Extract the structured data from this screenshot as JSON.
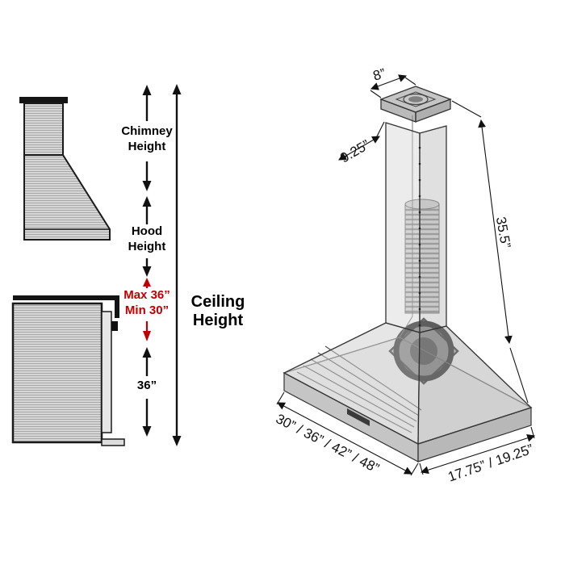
{
  "annotations": {
    "chimney_height": "Chimney\nHeight",
    "hood_height": "Hood\nHeight",
    "max_min": "Max 36”\nMin 30”",
    "lower_clearance": "36”",
    "ceiling_height": "Ceiling\nHeight"
  },
  "dimensions": {
    "top_duct_width": "8”",
    "chimney_depth": "9.25”",
    "chimney_height": "35.5”",
    "hood_widths": "30” / 36” / 42” / 48”",
    "hood_depths": "17.75” / 19.25”"
  },
  "colors": {
    "accent_red": "#c00000",
    "line": "#111111",
    "steel_light": "#d9d9d9",
    "steel_stripe": "#a8a8a8"
  }
}
